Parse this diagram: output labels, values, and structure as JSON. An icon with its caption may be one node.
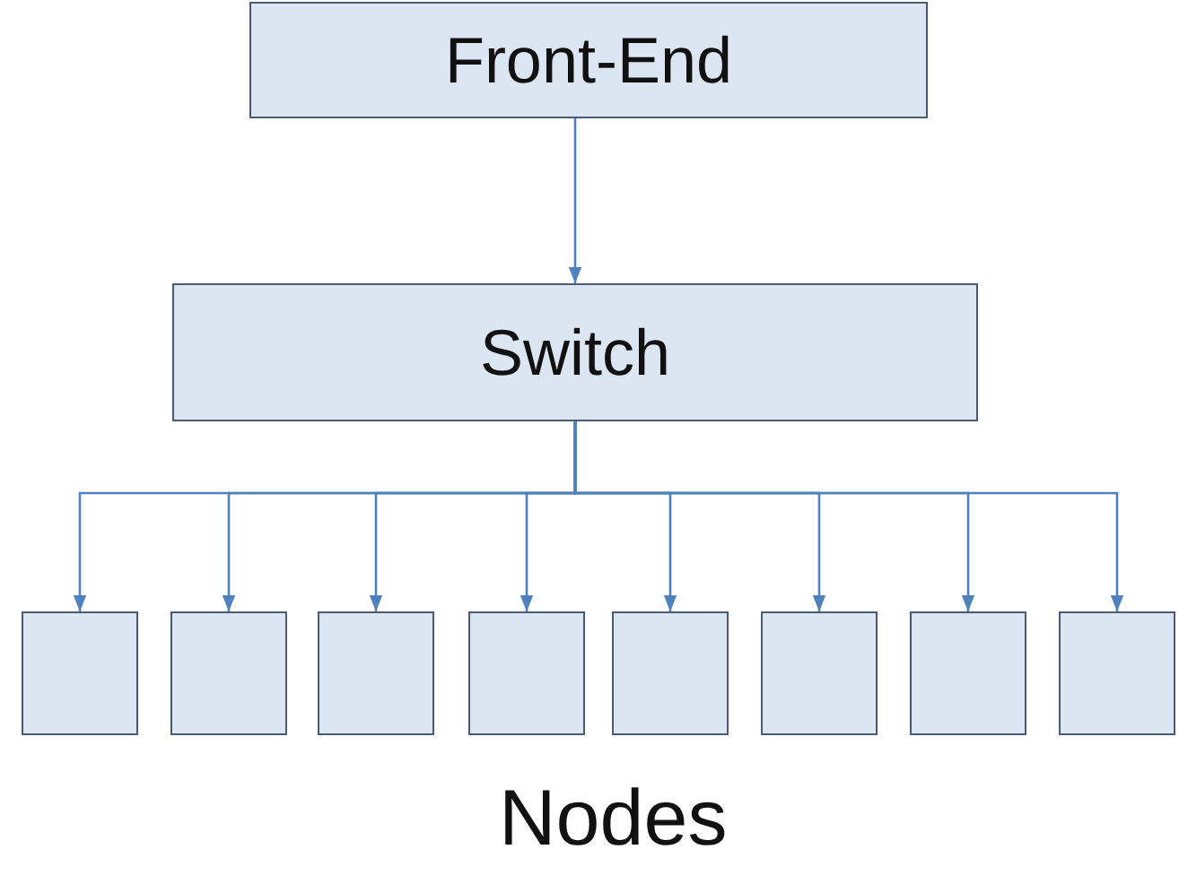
{
  "diagram": {
    "nodes": [
      {
        "text": [
          "Front-End"
        ]
      },
      {
        "text": [
          "Switch"
        ]
      },
      {
        "text": [],
        "shape": "box"
      },
      {
        "text": [],
        "shape": "box"
      },
      {
        "text": [],
        "shape": "box"
      },
      {
        "text": [],
        "shape": "box"
      },
      {
        "text": [],
        "shape": "box"
      },
      {
        "text": [],
        "shape": "box"
      },
      {
        "text": [],
        "shape": "box"
      },
      {
        "text": [],
        "shape": "box"
      }
    ],
    "edges": [
      {
        "from": 0,
        "to": 1,
        "arrow": "to"
      },
      {
        "from": 1,
        "to": 2,
        "arrow": "to"
      },
      {
        "from": 1,
        "to": 3,
        "arrow": "to"
      },
      {
        "from": 1,
        "to": 4,
        "arrow": "to"
      },
      {
        "from": 1,
        "to": 5,
        "arrow": "to"
      },
      {
        "from": 1,
        "to": 6,
        "arrow": "to"
      },
      {
        "from": 1,
        "to": 7,
        "arrow": "to"
      },
      {
        "from": 1,
        "to": 8,
        "arrow": "to"
      },
      {
        "from": 1,
        "to": 9,
        "arrow": "to"
      }
    ],
    "labels": [
      "Nodes"
    ]
  }
}
